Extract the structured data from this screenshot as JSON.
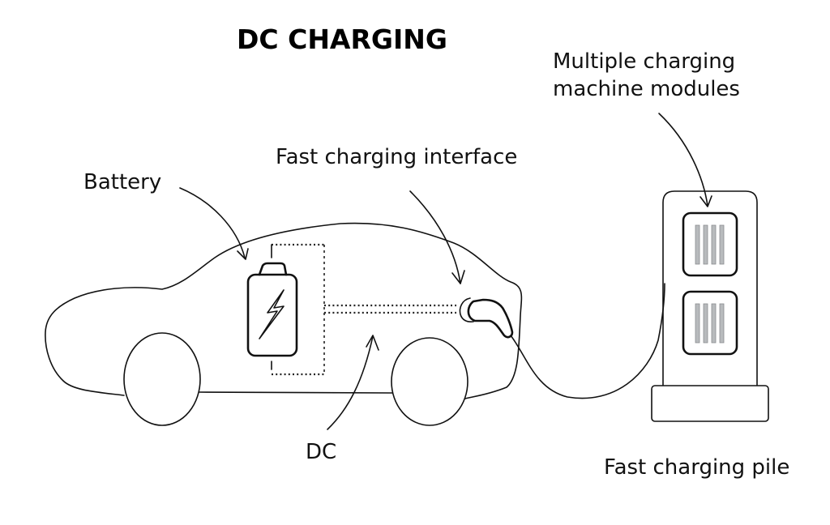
{
  "diagram": {
    "title": "DC CHARGING",
    "labels": {
      "battery": "Battery",
      "fast_charging_interface": "Fast charging interface",
      "modules_line1": "Multiple charging",
      "modules_line2": "machine modules",
      "dc": "DC",
      "fast_charging_pile": "Fast charging pile"
    },
    "icons": {
      "battery": "battery-with-lightning-icon",
      "connector": "charging-plug-icon",
      "pile": "charging-station-icon",
      "car": "car-outline-icon"
    },
    "modules_count": 2,
    "bars_per_module": 4,
    "colors": {
      "line": "#111111",
      "module_bar": "#b8bbbd",
      "background": "#ffffff"
    }
  }
}
